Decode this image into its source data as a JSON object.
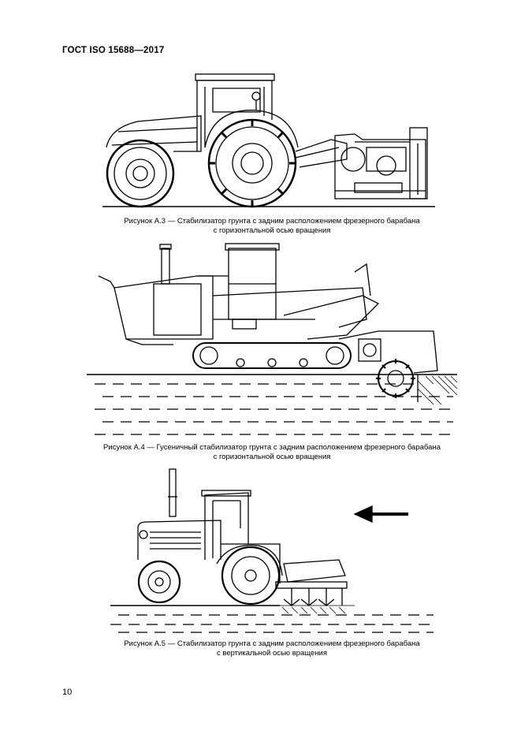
{
  "header": {
    "standard": "ГОСТ ISO 15688—2017"
  },
  "figures": [
    {
      "caption_line1": "Рисунок А.3 — Стабилизатор грунта с задним расположением фрезерного барабана",
      "caption_line2": "с горизонтальной осью вращения"
    },
    {
      "caption_line1": "Рисунок А.4 — Гусеничный стабилизатор грунта с задним расположением фрезерного барабана",
      "caption_line2": "с горизонтальной осью вращения"
    },
    {
      "caption_line1": "Рисунок А.5 — Стабилизатор грунта с задним расположением фрезерного барабана",
      "caption_line2": "с вертикальной осью вращения"
    }
  ],
  "footer": {
    "page_number": "10"
  }
}
